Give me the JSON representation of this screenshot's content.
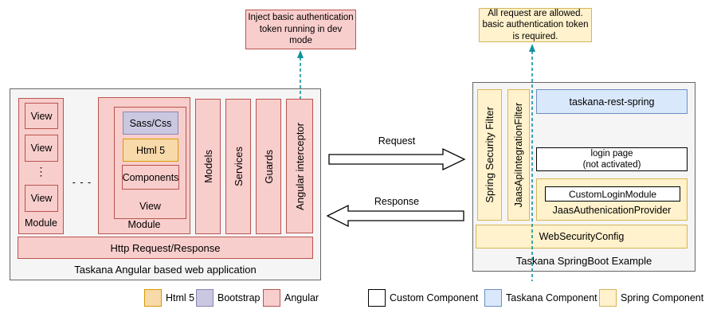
{
  "diagram": {
    "annotations": {
      "inject_token": "Inject basic authentication token running in dev mode",
      "all_requests": "All request are allowed. basic authentication token is required."
    },
    "angular_app": {
      "title": "Taskana Angular based web application",
      "module1": {
        "label": "Module",
        "views": [
          "View",
          "View",
          "View"
        ],
        "vdots": "⋮"
      },
      "hdots": "- - -",
      "module2": {
        "label": "Module",
        "view": {
          "label": "View",
          "sass": "Sass/Css",
          "html5": "Html 5",
          "components": "Components"
        }
      },
      "bars": [
        "Models",
        "Services",
        "Guards",
        "Angular interceptor"
      ],
      "http_bar": "Http Request/Response"
    },
    "flows": {
      "request": "Request",
      "response": "Response"
    },
    "springboot": {
      "title": "Taskana SpringBoot Example",
      "filters": [
        "Spring Security Filter",
        "JaasApiIntegrationFilter"
      ],
      "rest_spring": "taskana-rest-spring",
      "login_page_line1": "login page",
      "login_page_line2": "(not activated)",
      "provider_label": "JaasAuthenicationProvider",
      "custom_login_module": "CustomLoginModule",
      "web_security": "WebSecurityConfig"
    },
    "legend": {
      "items": [
        {
          "label": "Html 5",
          "fill": "#f8d9a9",
          "border": "#d79b00"
        },
        {
          "label": "Bootstrap",
          "fill": "#cac8e0",
          "border": "#8885b5"
        },
        {
          "label": "Angular",
          "fill": "#f8cecc",
          "border": "#b85450"
        },
        {
          "label": "Custom Component",
          "fill": "#ffffff",
          "border": "#000000"
        },
        {
          "label": "Taskana Component",
          "fill": "#dae8fc",
          "border": "#6c8ebf"
        },
        {
          "label": "Spring Component",
          "fill": "#fff2cc",
          "border": "#d6b656"
        }
      ]
    },
    "colors": {
      "angular_fill": "#f8cecc",
      "angular_border": "#b85450",
      "html5_fill": "#f8d9a9",
      "html5_border": "#d79b00",
      "bootstrap_fill": "#cac8e0",
      "bootstrap_border": "#8885b5",
      "taskana_fill": "#dae8fc",
      "taskana_border": "#6c8ebf",
      "spring_fill": "#fff2cc",
      "spring_border": "#d6b656",
      "container_fill": "#f5f5f5",
      "container_border": "#666666",
      "teal_arrow": "#10929e"
    }
  }
}
